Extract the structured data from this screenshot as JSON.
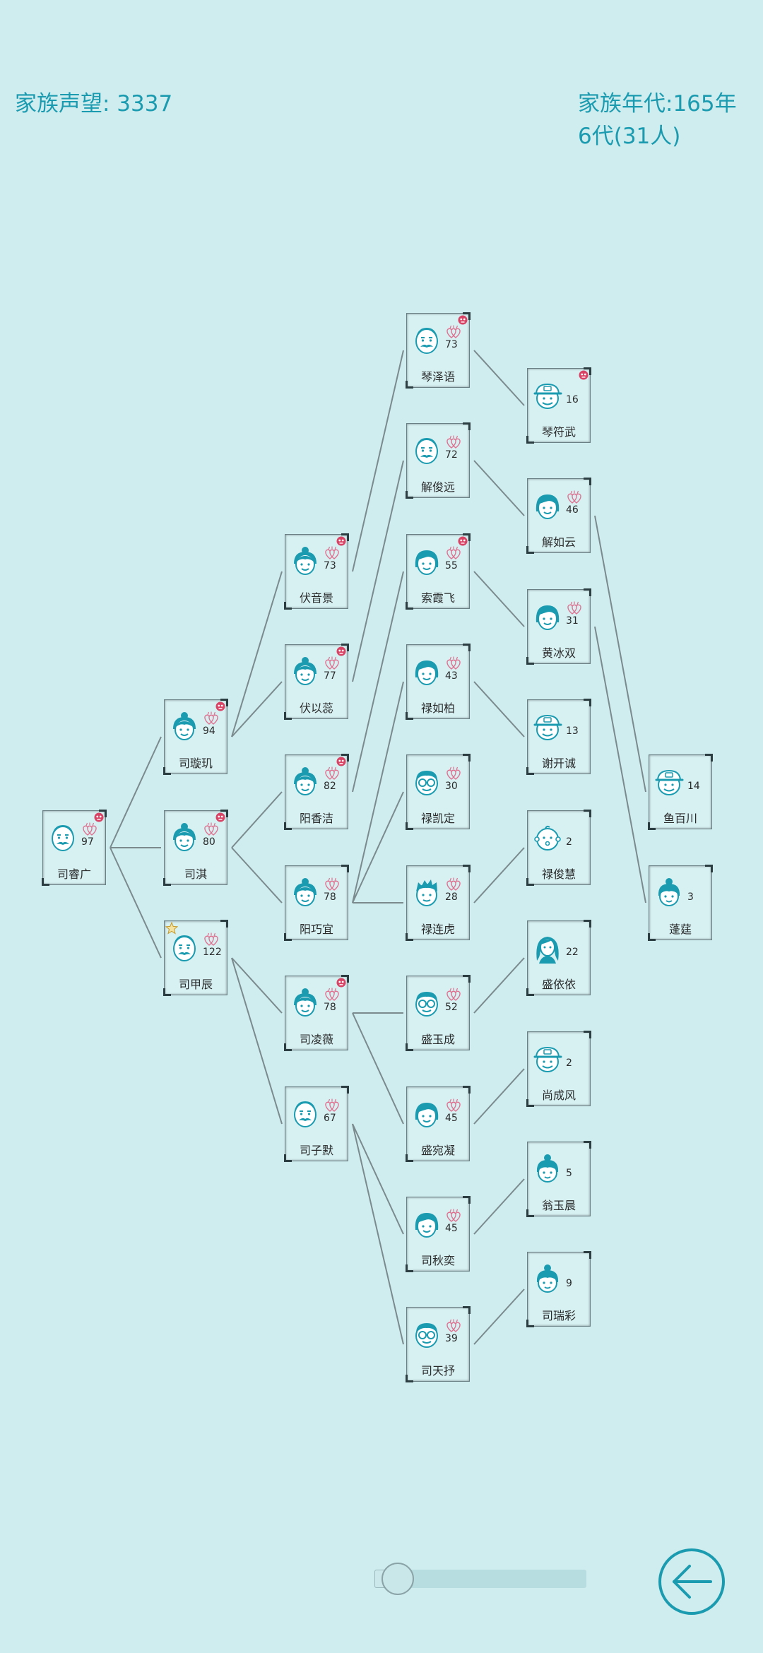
{
  "header": {
    "prestige": "家族声望: 3337",
    "years": "家族年代:165年",
    "generations": "6代(31人)"
  },
  "colors": {
    "background": "#cfecee",
    "accent": "#1b9bb0",
    "card": "#d7f1f3",
    "heart": "#e0708f",
    "dead_badge": "#d94466",
    "link_line": "#7a8a8d"
  },
  "members": [
    {
      "id": "m1",
      "name": "司睿广",
      "age": "97",
      "avatar": "old-man-mustache-icon",
      "married": true,
      "dead": true
    },
    {
      "id": "m2",
      "name": "司璇玑",
      "age": "94",
      "avatar": "woman-bun-icon",
      "married": true,
      "dead": true
    },
    {
      "id": "m3",
      "name": "司淇",
      "age": "80",
      "avatar": "woman-bun-icon",
      "married": true,
      "dead": true
    },
    {
      "id": "m4",
      "name": "司甲辰",
      "age": "122",
      "avatar": "old-man-mustache-icon",
      "married": true,
      "dead": false,
      "star": true
    },
    {
      "id": "m5",
      "name": "伏音景",
      "age": "73",
      "avatar": "woman-bun-icon",
      "married": true,
      "dead": true
    },
    {
      "id": "m6",
      "name": "伏以蕊",
      "age": "77",
      "avatar": "woman-bun-icon",
      "married": true,
      "dead": true
    },
    {
      "id": "m7",
      "name": "阳香洁",
      "age": "82",
      "avatar": "woman-bun-icon",
      "married": true,
      "dead": true
    },
    {
      "id": "m8",
      "name": "阳巧宜",
      "age": "78",
      "avatar": "woman-bun-icon",
      "married": true,
      "dead": false
    },
    {
      "id": "m9",
      "name": "司凌薇",
      "age": "78",
      "avatar": "woman-bun-icon",
      "married": true,
      "dead": true
    },
    {
      "id": "m10",
      "name": "司子默",
      "age": "67",
      "avatar": "old-man-mustache-icon",
      "married": true,
      "dead": false
    },
    {
      "id": "m11",
      "name": "琴泽语",
      "age": "73",
      "avatar": "old-man-mustache-icon",
      "married": true,
      "dead": true
    },
    {
      "id": "m12",
      "name": "解俊远",
      "age": "72",
      "avatar": "old-man-mustache-icon",
      "married": true,
      "dead": false
    },
    {
      "id": "m13",
      "name": "索霞飞",
      "age": "55",
      "avatar": "woman-short-hair-icon",
      "married": true,
      "dead": true
    },
    {
      "id": "m14",
      "name": "禄如柏",
      "age": "43",
      "avatar": "woman-short-hair-icon",
      "married": true,
      "dead": false
    },
    {
      "id": "m15",
      "name": "禄凯定",
      "age": "30",
      "avatar": "man-glasses-icon",
      "married": true,
      "dead": false
    },
    {
      "id": "m16",
      "name": "禄连虎",
      "age": "28",
      "avatar": "young-man-spiky-icon",
      "married": true,
      "dead": false
    },
    {
      "id": "m17",
      "name": "盛玉成",
      "age": "52",
      "avatar": "man-glasses-icon",
      "married": true,
      "dead": false
    },
    {
      "id": "m18",
      "name": "盛宛凝",
      "age": "45",
      "avatar": "woman-short-hair-icon",
      "married": true,
      "dead": false
    },
    {
      "id": "m19",
      "name": "司秋奕",
      "age": "45",
      "avatar": "woman-short-hair-icon",
      "married": true,
      "dead": false
    },
    {
      "id": "m20",
      "name": "司天抒",
      "age": "39",
      "avatar": "man-glasses-icon",
      "married": true,
      "dead": false
    },
    {
      "id": "m21",
      "name": "琴符武",
      "age": "16",
      "avatar": "boy-cap-icon",
      "married": false,
      "dead": true
    },
    {
      "id": "m22",
      "name": "解如云",
      "age": "46",
      "avatar": "woman-short-hair-icon",
      "married": true,
      "dead": false
    },
    {
      "id": "m23",
      "name": "黄冰双",
      "age": "31",
      "avatar": "woman-short-hair-icon",
      "married": true,
      "dead": false
    },
    {
      "id": "m24",
      "name": "谢开诚",
      "age": "13",
      "avatar": "boy-cap-icon",
      "married": false,
      "dead": false
    },
    {
      "id": "m25",
      "name": "禄俊慧",
      "age": "2",
      "avatar": "baby-icon",
      "married": false,
      "dead": false
    },
    {
      "id": "m26",
      "name": "盛依依",
      "age": "22",
      "avatar": "woman-long-hair-icon",
      "married": false,
      "dead": false
    },
    {
      "id": "m27",
      "name": "尚成风",
      "age": "2",
      "avatar": "boy-cap-icon",
      "married": false,
      "dead": false
    },
    {
      "id": "m28",
      "name": "翁玉晨",
      "age": "5",
      "avatar": "girl-bun-icon",
      "married": false,
      "dead": false
    },
    {
      "id": "m29",
      "name": "司瑞彩",
      "age": "9",
      "avatar": "girl-bun-icon",
      "married": false,
      "dead": false
    },
    {
      "id": "m30",
      "name": "鱼百川",
      "age": "14",
      "avatar": "boy-cap-icon",
      "married": false,
      "dead": false
    },
    {
      "id": "m31",
      "name": "蓬莛",
      "age": "3",
      "avatar": "girl-bun-icon",
      "married": false,
      "dead": false
    }
  ],
  "links": [
    [
      "m1",
      "m2"
    ],
    [
      "m1",
      "m3"
    ],
    [
      "m1",
      "m4"
    ],
    [
      "m2",
      "m5"
    ],
    [
      "m2",
      "m6"
    ],
    [
      "m3",
      "m7"
    ],
    [
      "m3",
      "m8"
    ],
    [
      "m4",
      "m9"
    ],
    [
      "m4",
      "m10"
    ],
    [
      "m5",
      "m11"
    ],
    [
      "m6",
      "m12"
    ],
    [
      "m7",
      "m13"
    ],
    [
      "m8",
      "m14"
    ],
    [
      "m8",
      "m15"
    ],
    [
      "m8",
      "m16"
    ],
    [
      "m9",
      "m17"
    ],
    [
      "m9",
      "m18"
    ],
    [
      "m10",
      "m19"
    ],
    [
      "m10",
      "m20"
    ],
    [
      "m11",
      "m21"
    ],
    [
      "m12",
      "m22"
    ],
    [
      "m13",
      "m23"
    ],
    [
      "m14",
      "m24"
    ],
    [
      "m16",
      "m25"
    ],
    [
      "m17",
      "m26"
    ],
    [
      "m18",
      "m27"
    ],
    [
      "m19",
      "m28"
    ],
    [
      "m20",
      "m29"
    ],
    [
      "m22",
      "m30"
    ],
    [
      "m23",
      "m31"
    ]
  ],
  "slider": {
    "value": 0.11
  }
}
